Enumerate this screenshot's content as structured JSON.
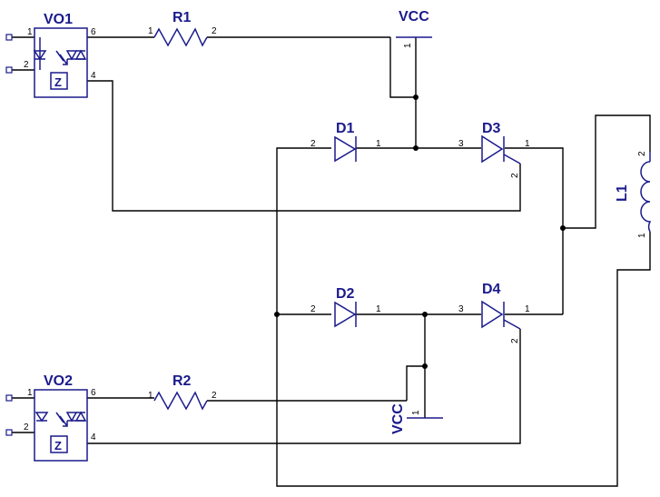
{
  "components": {
    "vo1": {
      "ref": "VO1",
      "pins": [
        "1",
        "2",
        "6",
        "4"
      ],
      "zener_mark": "Z"
    },
    "vo2": {
      "ref": "VO2",
      "pins": [
        "1",
        "2",
        "6",
        "4"
      ],
      "zener_mark": "Z"
    },
    "r1": {
      "ref": "R1",
      "pins": [
        "1",
        "2"
      ]
    },
    "r2": {
      "ref": "R2",
      "pins": [
        "1",
        "2"
      ]
    },
    "d1": {
      "ref": "D1",
      "pins": [
        "2",
        "1"
      ]
    },
    "d2": {
      "ref": "D2",
      "pins": [
        "2",
        "1"
      ]
    },
    "d3": {
      "ref": "D3",
      "pins": [
        "3",
        "1",
        "2"
      ]
    },
    "d4": {
      "ref": "D4",
      "pins": [
        "3",
        "1",
        "2"
      ]
    },
    "l1": {
      "ref": "L1",
      "pins": [
        "2",
        "1"
      ]
    },
    "vcc_top": {
      "label": "VCC",
      "pin": "1"
    },
    "vcc_bottom": {
      "label": "VCC",
      "pin": "1"
    }
  },
  "colors": {
    "component": "#1a1a8c",
    "wire": "#000000",
    "background": "#ffffff"
  }
}
